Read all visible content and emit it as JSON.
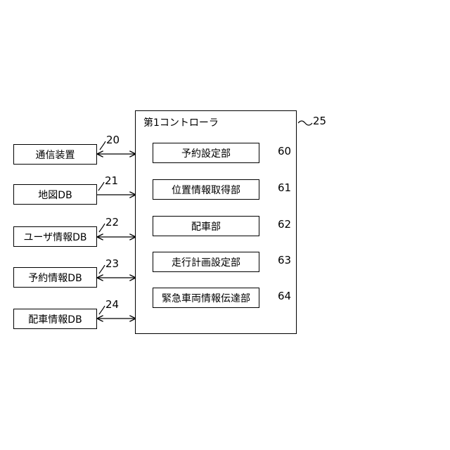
{
  "controller": {
    "title": "第1コントローラ",
    "ref": "25"
  },
  "databases": [
    {
      "label": "通信装置",
      "ref": "20",
      "arrow": "both"
    },
    {
      "label": "地図DB",
      "ref": "21",
      "arrow": "right"
    },
    {
      "label": "ユーザ情報DB",
      "ref": "22",
      "arrow": "both"
    },
    {
      "label": "予約情報DB",
      "ref": "23",
      "arrow": "both"
    },
    {
      "label": "配車情報DB",
      "ref": "24",
      "arrow": "both"
    }
  ],
  "units": [
    {
      "label": "予約設定部",
      "ref": "60"
    },
    {
      "label": "位置情報取得部",
      "ref": "61"
    },
    {
      "label": "配車部",
      "ref": "62"
    },
    {
      "label": "走行計画設定部",
      "ref": "63"
    },
    {
      "label": "緊急車両情報伝達部",
      "ref": "64"
    }
  ]
}
